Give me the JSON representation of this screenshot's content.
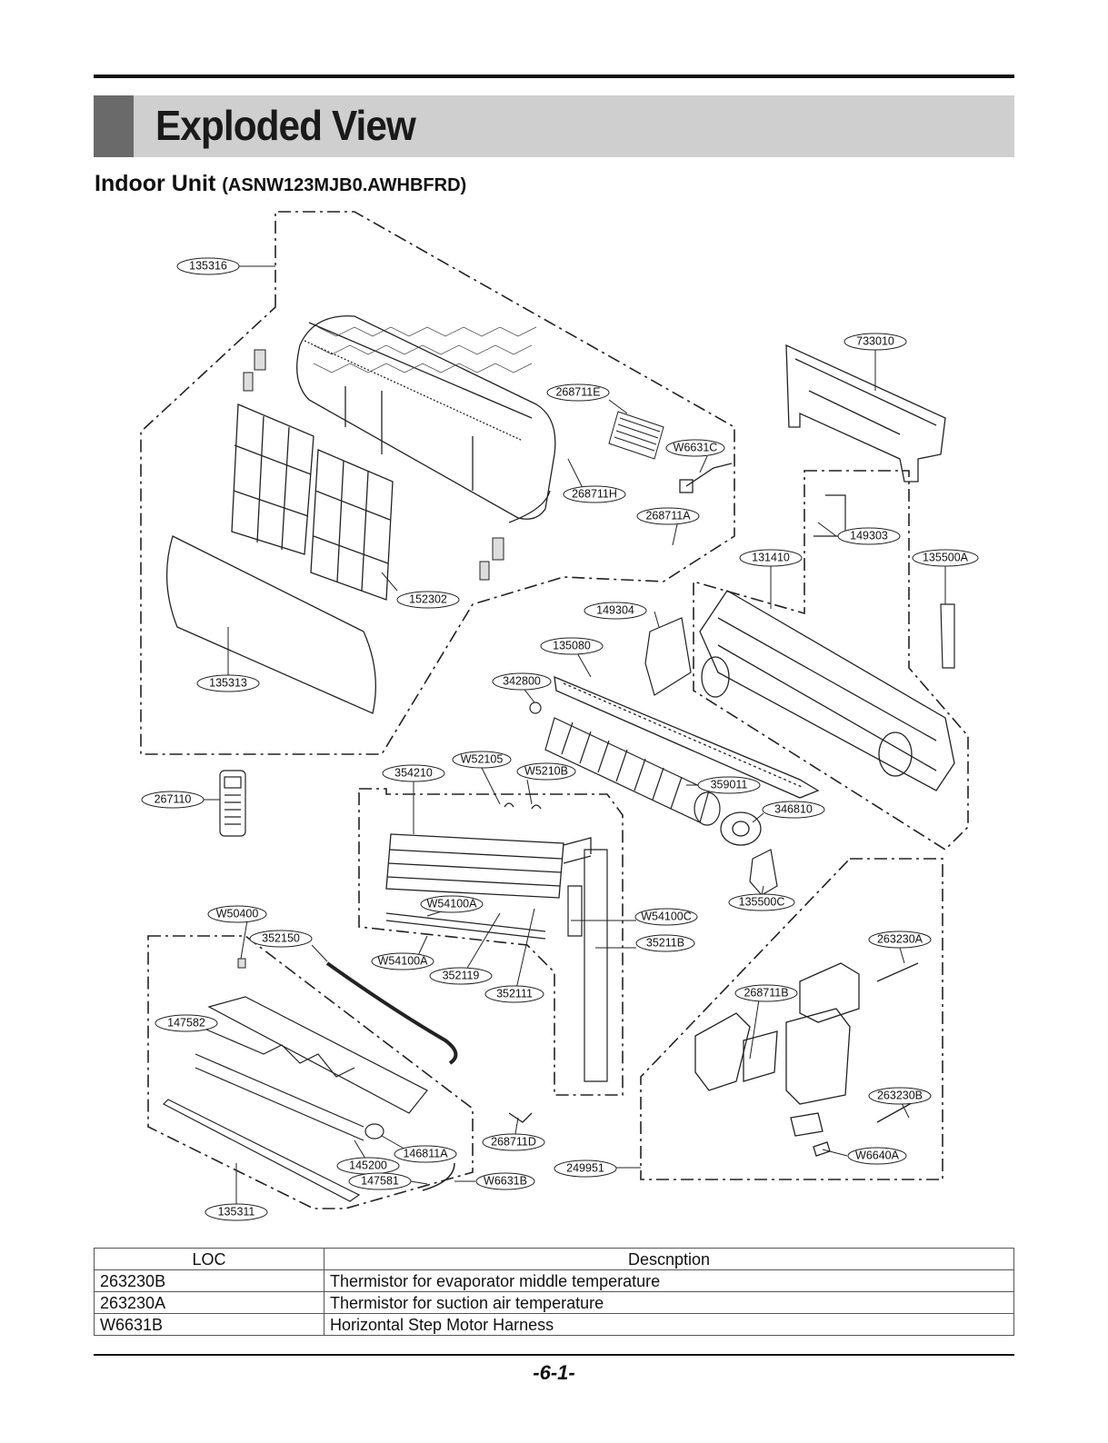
{
  "header": {
    "title": "Exploded View",
    "subtitle": "Indoor Unit",
    "model": "(ASNW123MJB0.AWHBFRD)"
  },
  "callouts": {
    "c135316": "135316",
    "c733010": "733010",
    "c268711E": "268711E",
    "cW6631C": "W6631C",
    "c268711H": "268711H",
    "c268711A": "268711A",
    "c149303": "149303",
    "c131410": "131410",
    "c135500A": "135500A",
    "c152302": "152302",
    "c149304": "149304",
    "c135080": "135080",
    "c135313": "135313",
    "c342800": "342800",
    "cW52105": "W52105",
    "c354210": "354210",
    "cW5210B": "W5210B",
    "c359011": "359011",
    "c267110": "267110",
    "c346810": "346810",
    "c135500C": "135500C",
    "cW54100A_top": "W54100A",
    "cW50400": "W50400",
    "cW54100C": "W54100C",
    "c352150": "352150",
    "c35211B": "35211B",
    "c263230A": "263230A",
    "cW54100A_bot": "W54100A",
    "c352119": "352119",
    "c352111": "352111",
    "c268711B": "268711B",
    "c147582": "147582",
    "c263230B": "263230B",
    "c268711D": "268711D",
    "c146811A": "146811A",
    "c145200": "145200",
    "cW6640A": "W6640A",
    "c249951": "249951",
    "c147581": "147581",
    "cW6631B": "W6631B",
    "c135311": "135311"
  },
  "table": {
    "headers": {
      "loc": "LOC",
      "description": "Descnption"
    },
    "rows": [
      {
        "loc": "263230B",
        "description": "Thermistor for evaporator middle temperature"
      },
      {
        "loc": "263230A",
        "description": "Thermistor for suction air temperature"
      },
      {
        "loc": "W6631B",
        "description": "Horizontal  Step Motor Harness"
      }
    ]
  },
  "footer": {
    "page_number": "-6-1-"
  }
}
